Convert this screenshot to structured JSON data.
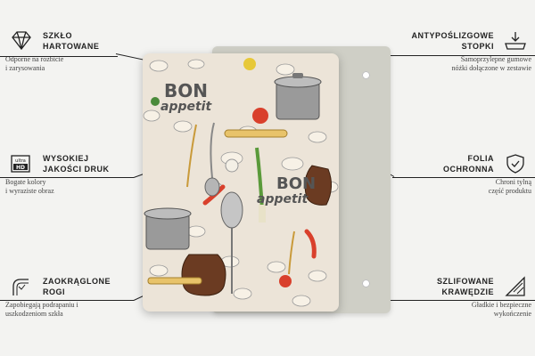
{
  "features_left": [
    {
      "title_line1": "SZKŁO",
      "title_line2": "HARTOWANE",
      "desc_line1": "Odporne na rozbicie",
      "desc_line2": "i zarysowania",
      "icon": "diamond-icon"
    },
    {
      "title_line1": "WYSOKIEJ",
      "title_line2": "JAKOŚCI DRUK",
      "desc_line1": "Bogate kolory",
      "desc_line2": "i wyraziste obraz",
      "icon": "ultra-hd-icon"
    },
    {
      "title_line1": "ZAOKRĄGLONE",
      "title_line2": "ROGI",
      "desc_line1": "Zapobiegają podrapaniu i",
      "desc_line2": "uszkodzeniom szkła",
      "icon": "rounded-corner-icon"
    }
  ],
  "features_right": [
    {
      "title_line1": "ANTYPOŚLIZGOWE",
      "title_line2": "STOPKI",
      "desc_line1": "Samoprzylepne gumowe",
      "desc_line2": "nóżki dołączone w zestawie",
      "icon": "anti-slip-feet-icon"
    },
    {
      "title_line1": "FOLIA",
      "title_line2": "OCHRONNA",
      "desc_line1": "Chroni tylną",
      "desc_line2": "część produktu",
      "icon": "shield-check-icon"
    },
    {
      "title_line1": "SZLIFOWANE",
      "title_line2": "KRAWĘDZIE",
      "desc_line1": "Gładkie i bezpieczne",
      "desc_line2": "wykończenie",
      "icon": "polished-edge-icon"
    }
  ],
  "poster": {
    "text_top_1": "BON",
    "text_top_2": "appetit",
    "text_mid_1": "BON",
    "text_mid_2": "appetit"
  },
  "colors": {
    "accent": "#222222",
    "poster_bg": "#ece4d8",
    "back_panel": "#cfcfc6"
  }
}
